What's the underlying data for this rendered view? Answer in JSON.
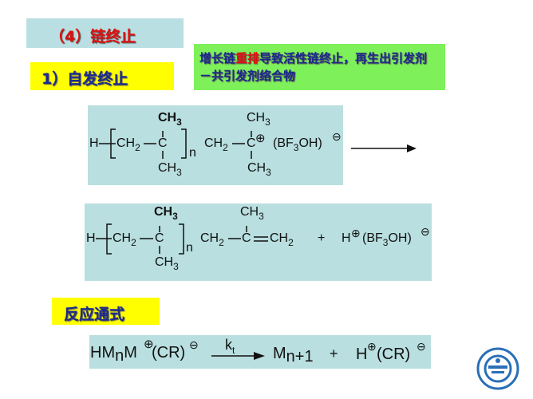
{
  "section_title": "（4）链终止",
  "subsection_title": "1）自发终止",
  "note": {
    "part1": "增长链",
    "highlight": "重排",
    "part2": "导致活性链终止，再生出引发剂－共引发剂络合物"
  },
  "reaction1": {
    "H": "H",
    "CH2": "CH",
    "two": "2",
    "C": "C",
    "CH3": "CH",
    "three": "3",
    "n": "n",
    "plus_charge": "⊕",
    "counterion_a": "(BF",
    "counterion_b": "OH)",
    "minus_charge": "⊖"
  },
  "reaction2": {
    "H": "H",
    "CH2": "CH",
    "two": "2",
    "C": "C",
    "CH3": "CH",
    "three": "3",
    "n": "n",
    "plus": "+",
    "Hplus": "H",
    "plus_charge": "⊕",
    "counterion_a": "(BF",
    "counterion_b": "OH)",
    "minus_charge": "⊖"
  },
  "general_title": "反应通式",
  "general": {
    "reactant_a": "HM",
    "n": "n",
    "reactant_b": "M",
    "plus_charge": "⊕",
    "cr": "(CR)",
    "minus_charge": "⊖",
    "k": "k",
    "t": "t",
    "product_m": "M",
    "product_sub": "n+1",
    "plus": "+",
    "h": "H"
  },
  "colors": {
    "title_bg": "#b9dfe2",
    "title_text": "#e01010",
    "yellow": "#ffff00",
    "green": "#7ef05a",
    "navy": "#1c2a8c",
    "equation_bg": "#b9dfe0"
  }
}
